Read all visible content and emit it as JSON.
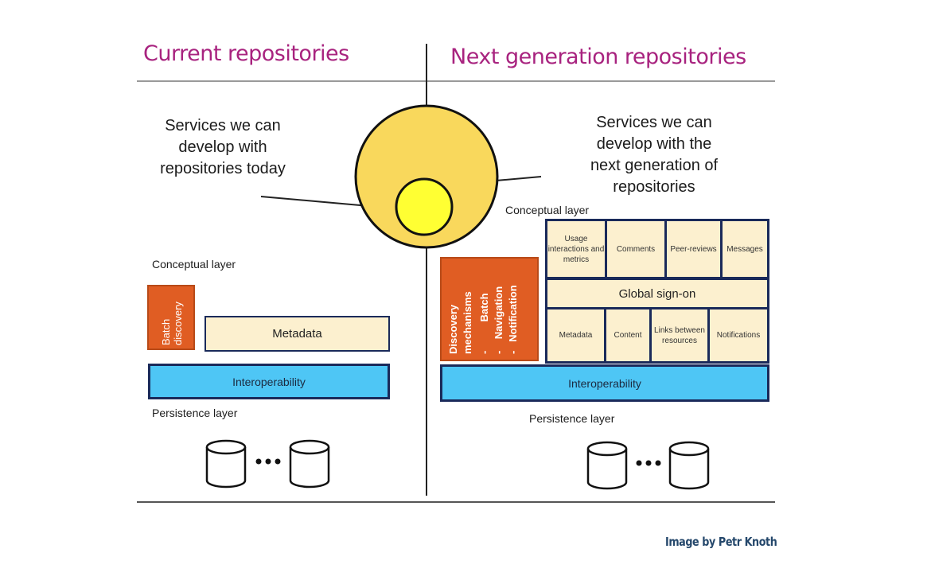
{
  "header": {
    "left_title": "Current repositories",
    "right_title": "Next generation repositories"
  },
  "colors": {
    "title": "#a8237f",
    "outer_circle": "#f9d85c",
    "inner_circle": "#ffff33",
    "orange_box": "#e05d23",
    "cream_box": "#fcf0cf",
    "blue_box": "#4ec6f5",
    "box_border": "#1a2a5a",
    "credit": "#24476b"
  },
  "venn": {
    "outer_label": "Services we can develop with the next generation of repositories",
    "inner_label": "Services we can develop with repositories today"
  },
  "left": {
    "caption": [
      "Services we can",
      "develop with",
      "repositories today"
    ],
    "conceptual_label": "Conceptual layer",
    "discovery_box": [
      "Batch",
      "discovery"
    ],
    "metadata_box": "Metadata",
    "interop_box": "Interoperability",
    "persistence_label": "Persistence layer",
    "storage": {
      "icon": "database-icon",
      "count_shown": 2,
      "ellipsis": "•••"
    }
  },
  "right": {
    "caption": [
      "Services we can",
      "develop with the",
      "next generation of",
      "repositories"
    ],
    "conceptual_label": "Conceptual layer",
    "discovery_box": {
      "title": [
        "Discovery",
        "mechanisms"
      ],
      "items": [
        "Batch",
        "Navigation",
        "Notification"
      ],
      "bullet": "-"
    },
    "top_row": [
      "Usage interactions and metrics",
      "Comments",
      "Peer-reviews",
      "Messages"
    ],
    "middle_row": "Global sign-on",
    "bottom_row": [
      "Metadata",
      "Content",
      "Links between resources",
      "Notifications"
    ],
    "interop_box": "Interoperability",
    "persistence_label": "Persistence layer",
    "storage": {
      "icon": "database-icon",
      "count_shown": 2,
      "ellipsis": "•••"
    }
  },
  "credit": "Image by Petr Knoth"
}
